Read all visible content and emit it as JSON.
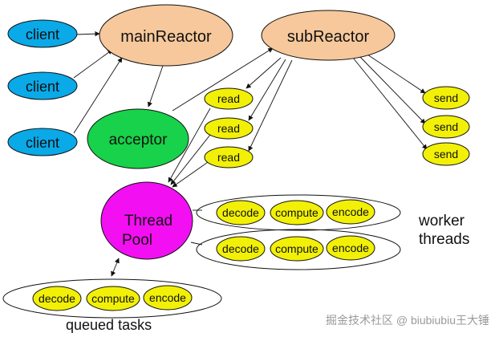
{
  "nodes": {
    "client_1": "client",
    "client_2": "client",
    "client_3": "client",
    "main_reactor": "mainReactor",
    "sub_reactor": "subReactor",
    "acceptor": "acceptor",
    "read_1": "read",
    "read_2": "read",
    "read_3": "read",
    "send_1": "send",
    "send_2": "send",
    "send_3": "send",
    "thread_pool_line1": "Thread",
    "thread_pool_line2": "Pool"
  },
  "worker_rows": [
    {
      "decode": "decode",
      "compute": "compute",
      "encode": "encode"
    },
    {
      "decode": "decode",
      "compute": "compute",
      "encode": "encode"
    }
  ],
  "queued_row": {
    "decode": "decode",
    "compute": "compute",
    "encode": "encode"
  },
  "labels": {
    "worker_threads_line1": "worker",
    "worker_threads_line2": "threads",
    "queued_tasks": "queued tasks",
    "watermark": "掘金技术社区 @ biubiubiu王大锤"
  },
  "colors": {
    "client": "#0aa9e8",
    "reactor": "#f7c89b",
    "acceptor": "#17d24a",
    "task": "#f2f007",
    "thread_pool": "#f20ff2",
    "line": "#111111"
  }
}
